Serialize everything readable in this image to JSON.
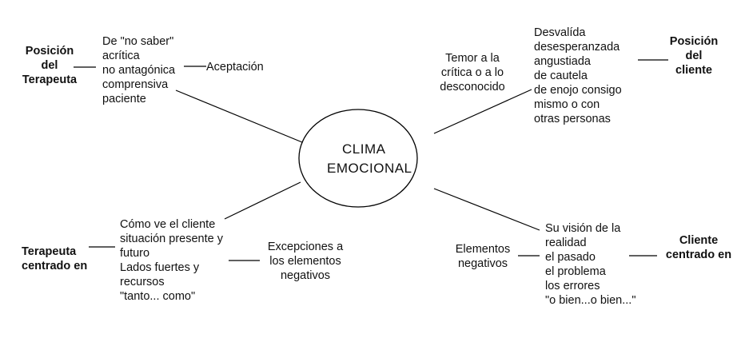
{
  "center": {
    "lines": [
      "CLIMA",
      "EMOCIONAL"
    ]
  },
  "top_left": {
    "role": [
      "Posición",
      "del",
      "Terapeuta"
    ],
    "attitudes": [
      "De \"no saber\"",
      "acrítica",
      "no antagónica",
      "comprensiva",
      "paciente"
    ],
    "result": "Aceptación"
  },
  "top_right": {
    "fear": [
      "Temor a la",
      "crítica o a lo",
      "desconocido"
    ],
    "states": [
      "Desvalída",
      "desesperanzada",
      "angustiada",
      "de cautela",
      "de enojo consigo",
      "mismo o con",
      "otras personas"
    ],
    "role": [
      "Posición",
      "del",
      "cliente"
    ]
  },
  "bottom_left": {
    "role": [
      "Terapeuta",
      "centrado en"
    ],
    "focus": [
      "Cómo ve el cliente",
      "situación presente y",
      "futuro",
      "Lados fuertes y",
      "recursos",
      "\"tanto... como\""
    ],
    "exceptions": [
      "Excepciones a",
      "los elementos",
      "negativos"
    ]
  },
  "bottom_right": {
    "negatives": [
      "Elementos",
      "negativos"
    ],
    "view": [
      "Su visión de la",
      "realidad",
      "el pasado",
      "el problema",
      "los errores",
      "\"o bien...o bien...\""
    ],
    "role": [
      "Cliente",
      "centrado en"
    ]
  },
  "colors": {
    "line": "#000000",
    "text": "#111111",
    "background": "#ffffff"
  }
}
